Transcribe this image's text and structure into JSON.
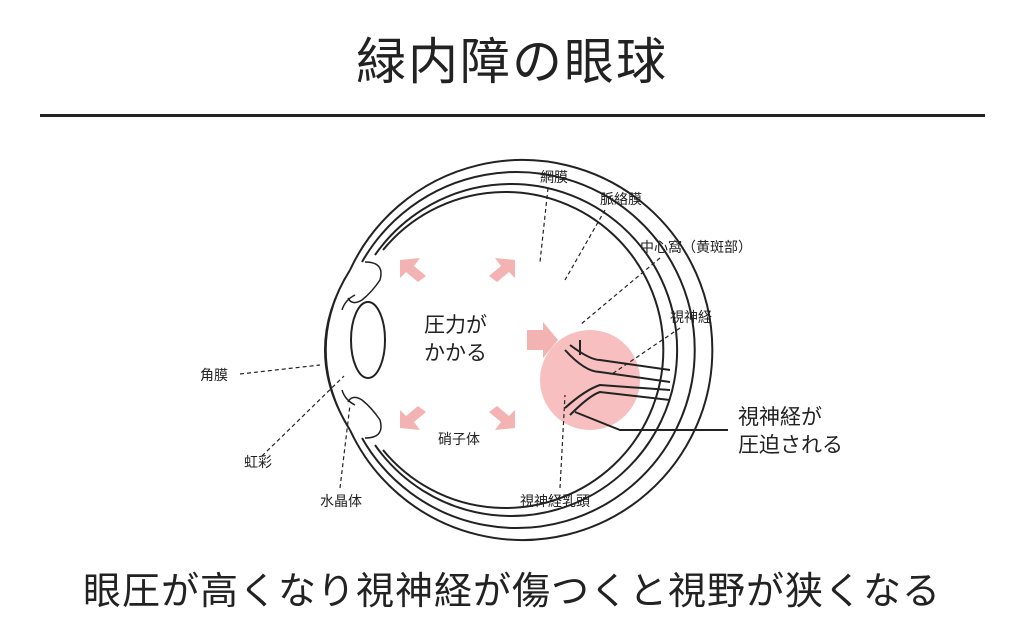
{
  "title": "緑内障の眼球",
  "labels": {
    "retina": "網膜",
    "choroid": "脈絡膜",
    "fovea": "中心窩（黄斑部）",
    "optic_nerve": "視神経",
    "cornea": "角膜",
    "iris": "虹彩",
    "lens": "水晶体",
    "vitreous": "硝子体",
    "optic_disc": "視神経乳頭",
    "pressure_line1": "圧力が",
    "pressure_line2": "かかる",
    "compressed_line1": "視神経が",
    "compressed_line2": "圧迫される"
  },
  "caption": "眼圧が高くなり視神経が傷つくと視野が狭くなる",
  "colors": {
    "arrow": "#f3b3b3",
    "highlight": "#f08a8a",
    "line": "#222222"
  }
}
